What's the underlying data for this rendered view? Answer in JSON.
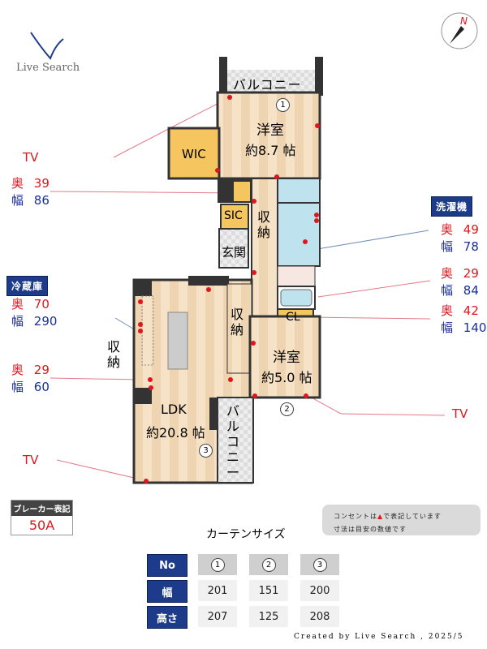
{
  "logo": {
    "text": "Live Search"
  },
  "compass": {
    "north_label": "N",
    "icon": "compass-icon"
  },
  "rooms": {
    "balcony_top": "バルコニー",
    "western1_name": "洋室",
    "western1_size": "約8.7 帖",
    "wic": "WIC",
    "sic": "SIC",
    "storage1": "収納",
    "entrance": "玄関",
    "storage2": "収納",
    "storage3": "収納",
    "cl": "CL",
    "western2_name": "洋室",
    "western2_size": "約5.0 帖",
    "ldk_name": "LDK",
    "ldk_size": "約20.8 帖",
    "balcony_bottom": "バルコニー",
    "curtain_markers": [
      "1",
      "2",
      "3"
    ]
  },
  "annotations": {
    "tv_top": "TV",
    "tv_bottom_left": "TV",
    "tv_right": "TV",
    "dim1": {
      "depth_label": "奥",
      "depth": "39",
      "width_label": "幅",
      "width": "86"
    },
    "fridge": {
      "title": "冷蔵庫",
      "depth_label": "奥",
      "depth": "70",
      "width_label": "幅",
      "width": "290"
    },
    "dim3": {
      "depth_label": "奥",
      "depth": "29",
      "width_label": "幅",
      "width": "60"
    },
    "washer": {
      "title": "洗濯機",
      "depth_label": "奥",
      "depth": "49",
      "width_label": "幅",
      "width": "78"
    },
    "dim5": {
      "depth_label": "奥",
      "depth": "29",
      "width_label": "幅",
      "width": "84"
    },
    "dim6": {
      "depth_label": "奥",
      "depth": "42",
      "width_label": "幅",
      "width": "140"
    }
  },
  "breaker": {
    "title": "ブレーカー表記",
    "value": "50A"
  },
  "notes": {
    "line1_pre": "コンセントは",
    "line1_post": "で表記しています",
    "line2": "寸法は目安の数値です"
  },
  "curtain": {
    "title": "カーテンサイズ",
    "header": "No",
    "numbers": [
      "1",
      "2",
      "3"
    ],
    "width_label": "幅",
    "widths": [
      "201",
      "151",
      "200"
    ],
    "height_label": "高さ",
    "heights": [
      "207",
      "125",
      "208"
    ]
  },
  "footer": "Created by Live Search , 2025/5",
  "colors": {
    "outlet": "#e0161e",
    "navy": "#1d3b8a",
    "floor": "#f4dcbc",
    "closet": "#f5c560",
    "wet": "#bfe3ee",
    "wall": "#333333"
  }
}
